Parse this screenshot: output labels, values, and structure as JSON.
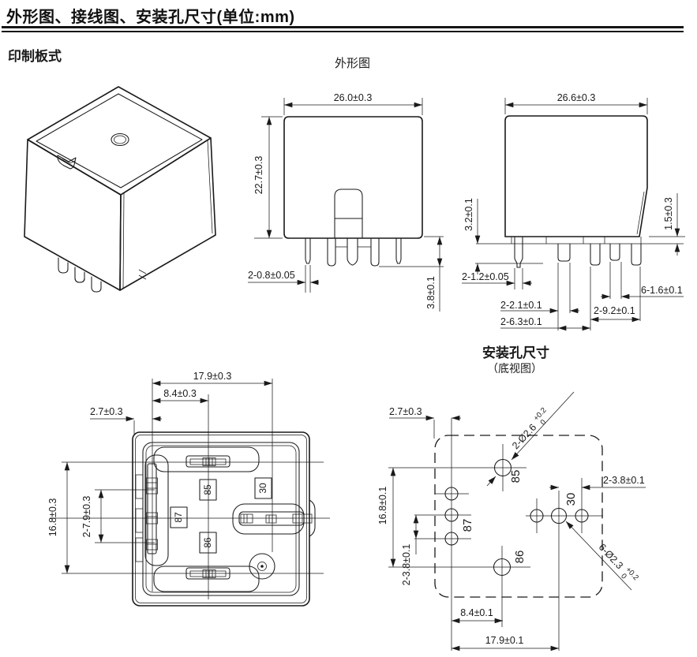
{
  "title": "外形图、接线图、安装孔尺寸(单位:mm)",
  "labels": {
    "pcb_type": "印制板式",
    "outline": "外形图",
    "mounting": "安装孔尺寸",
    "mounting_sub": "（底视图）"
  },
  "colors": {
    "line": "#1a1a1a",
    "background": "#ffffff"
  },
  "front_view": {
    "width": "26.0±0.3",
    "height": "22.7±0.3",
    "pin_thickness": "2-0.8±0.05",
    "pin_length": "3.8±0.1"
  },
  "side_view": {
    "width": "26.6±0.3",
    "standoff": "3.2±0.1",
    "chamfer": "1.5±0.3",
    "pin_thickness": "2-1.2±0.05",
    "pin_width_a": "2-2.1±0.1",
    "pin_width_b": "2-6.3±0.1",
    "pin_pitch": "2-9.2±0.1",
    "pin_width_c": "6-1.6±0.1"
  },
  "bottom_view": {
    "width": "17.9±0.3",
    "pitch_a": "8.4±0.3",
    "edge_offset": "2.7±0.3",
    "height": "16.8±0.3",
    "pitch_b": "2-7.9±0.3",
    "terminals": [
      "85",
      "30",
      "87",
      "86"
    ]
  },
  "mounting_view": {
    "edge_offset": "2.7±0.3",
    "hole_large": "2-Ø2.6",
    "hole_large_sup": "+0.2",
    "hole_large_sub": "0",
    "pitch_right": "2-3.8±0.1",
    "height": "16.8±0.1",
    "pitch_left": "2-3.8±0.1",
    "pitch_a": "8.4±0.1",
    "width": "17.9±0.1",
    "hole_small": "6-Ø2.3",
    "hole_small_sup": "+0.2",
    "hole_small_sub": "0",
    "terminals": [
      "85",
      "30",
      "87",
      "86"
    ]
  }
}
